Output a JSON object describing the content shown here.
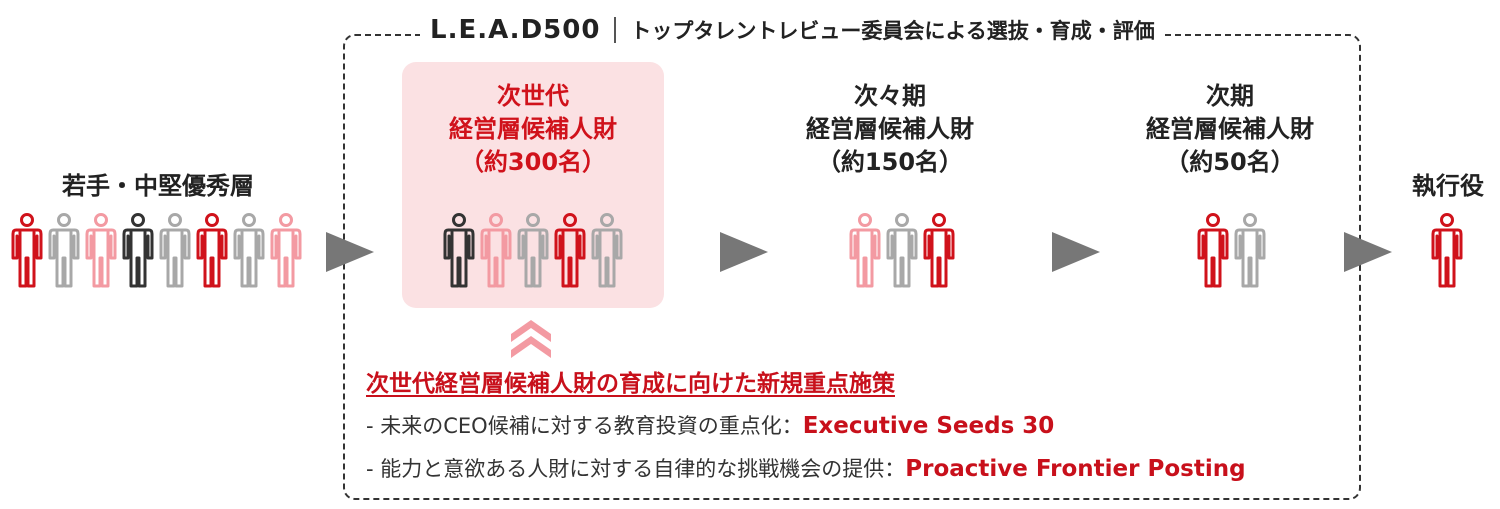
{
  "colors": {
    "red": "#d0121b",
    "pink": "#f39aa2",
    "gray": "#a8a8a8",
    "black": "#333333",
    "arrow": "#777777",
    "highlight_bg": "#fbe1e3"
  },
  "frame": {
    "brand": "L.E.A.D500",
    "subtitle": "トップタレントレビュー委員会による選抜・育成・評価"
  },
  "stages": [
    {
      "id": "young",
      "lines": [
        "若手・中堅優秀層"
      ],
      "people": [
        "red",
        "gray",
        "pink",
        "black",
        "gray",
        "red",
        "gray",
        "pink"
      ]
    },
    {
      "id": "next-gen",
      "lines": [
        "次世代",
        "経営層候補人財",
        "（約300名）"
      ],
      "people": [
        "black",
        "pink",
        "gray",
        "red",
        "gray"
      ],
      "highlighted": true
    },
    {
      "id": "after-next",
      "lines": [
        "次々期",
        "経営層候補人財",
        "（約150名）"
      ],
      "people": [
        "pink",
        "gray",
        "red"
      ]
    },
    {
      "id": "next",
      "lines": [
        "次期",
        "経営層候補人財",
        "（約50名）"
      ],
      "people": [
        "red",
        "gray"
      ]
    },
    {
      "id": "exec",
      "lines": [
        "執行役"
      ],
      "people": [
        "red"
      ]
    }
  ],
  "measures": {
    "title": "次世代経営層候補人財の育成に向けた新規重点施策",
    "items": [
      {
        "text": "- 未来のCEO候補に対する教育投資の重点化：",
        "tag": "Executive Seeds 30"
      },
      {
        "text": "- 能力と意欲ある人財に対する自律的な挑戦機会の提供：",
        "tag": "Proactive Frontier Posting"
      }
    ]
  }
}
